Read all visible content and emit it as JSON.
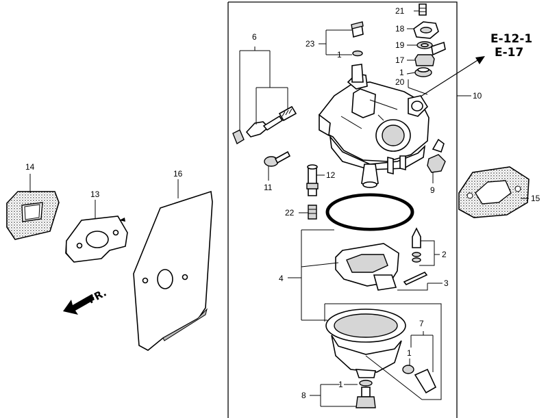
{
  "references": {
    "line1": "E-12-1",
    "line2": "E-17"
  },
  "front_marker": "FR.",
  "callouts": {
    "c1a": "1",
    "c1b": "1",
    "c1c": "1",
    "c1d": "1",
    "c2": "2",
    "c3": "3",
    "c4": "4",
    "c6": "6",
    "c7": "7",
    "c8": "8",
    "c9": "9",
    "c10": "10",
    "c11": "11",
    "c12": "12",
    "c13": "13",
    "c14": "14",
    "c15": "15",
    "c16": "16",
    "c17": "17",
    "c18": "18",
    "c19": "19",
    "c20": "20",
    "c21": "21",
    "c22": "22",
    "c23": "23"
  },
  "colors": {
    "line": "#000000",
    "fill": "#ffffff",
    "shade": "#d6d6d6"
  }
}
